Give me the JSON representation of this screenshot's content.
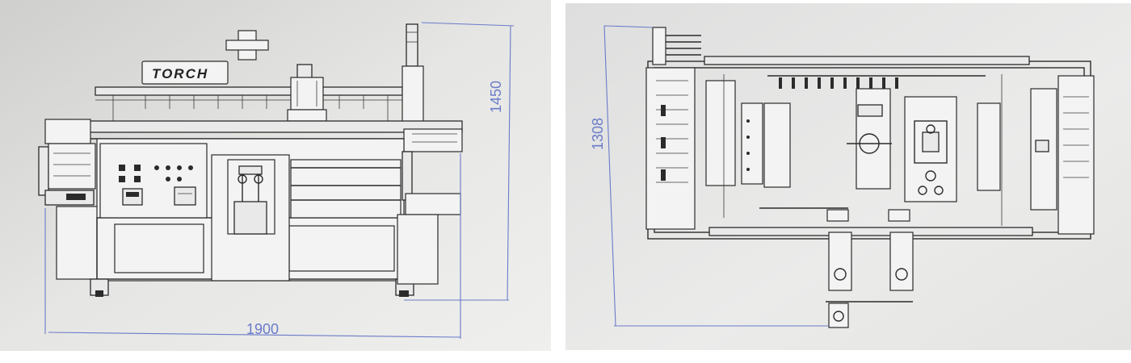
{
  "front_view": {
    "brand_label": "TORCH",
    "dimension_width": "1900",
    "dimension_height": "1450"
  },
  "top_view": {
    "dimension_depth": "1308"
  },
  "colors": {
    "paper": "#e8e8e6",
    "line": "#2b2b2b",
    "dimension": "#6a7bc9"
  }
}
